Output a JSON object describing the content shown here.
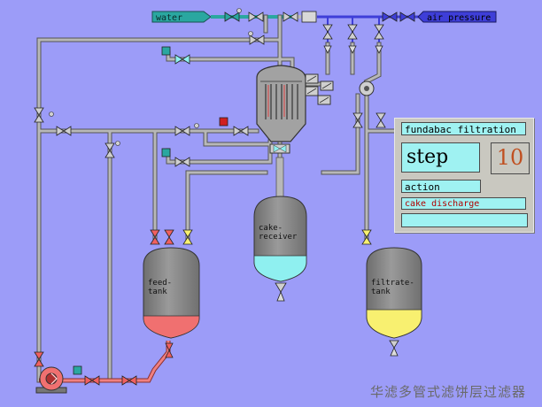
{
  "labels": {
    "water": "water",
    "air_pressure": "air pressure",
    "cake_receiver": [
      "cake-",
      "receiver"
    ],
    "feed_tank": [
      "feed-",
      "tank"
    ],
    "filtrate_tank": [
      "filtrate-",
      "tank"
    ]
  },
  "panel": {
    "title": "fundabac filtration",
    "step_label": "step",
    "step_number": "10",
    "action_label": "action",
    "action_text": "cake discharge",
    "action_extra": ""
  },
  "watermark": "华滤多管式滤饼层过滤器",
  "colors": {
    "background": "#9c9cf8",
    "pipe": "#b8b8b8",
    "pipe_outline": "#555555",
    "feed_pipe": "#f08080",
    "tank_body": "#8c8c8c",
    "cake_liquid": "#8ff0f0",
    "feed_liquid": "#f07070",
    "filtrate_liquid": "#f8f070",
    "water_line": "#2aa7a0",
    "air_line": "#3e3ed8",
    "panel_cell": "#9ff2f2",
    "step_number_color": "#c05020",
    "action_text_color": "#b00000"
  }
}
